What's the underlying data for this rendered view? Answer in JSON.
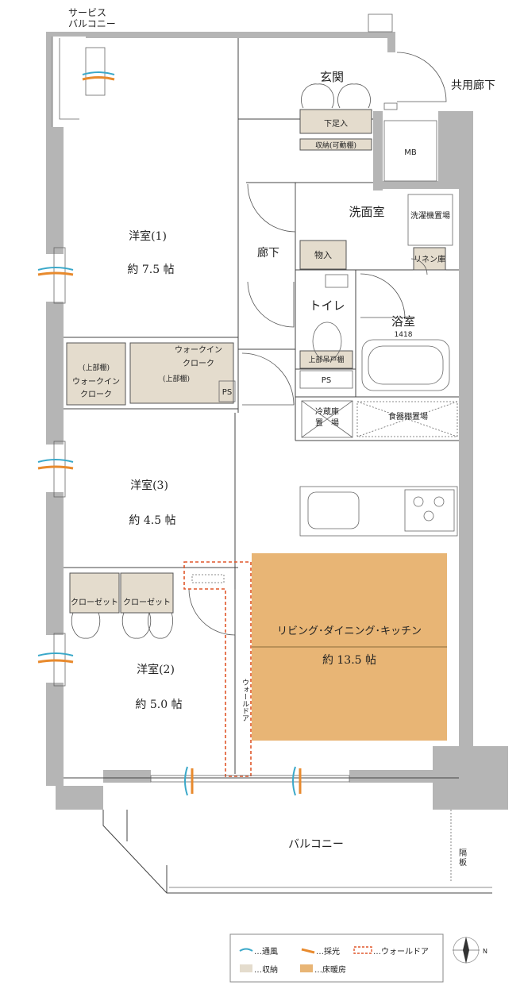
{
  "rooms": {
    "service_balcony": "サービス\nバルコニー",
    "entrance": "玄関",
    "common_corridor": "共用廊下",
    "shoe_storage": "下足入",
    "storage_shelf": "収納(可動棚)",
    "mb": "MB",
    "western1_name": "洋室(1)",
    "western1_size": "約 7.5 帖",
    "washroom": "洗面室",
    "laundry": "洗濯機置場",
    "hallway": "廊下",
    "closet_mono": "物入",
    "linen": "リネン庫",
    "toilet": "トイレ",
    "bath": "浴室",
    "bath_size": "1418",
    "upper_cabinet": "上部吊戸棚",
    "ps1": "PS",
    "ps2": "PS",
    "wic1_upper": "(上部棚)",
    "wic1_name1": "ウォークイン",
    "wic1_name2": "クローク",
    "wic2_name1": "ウォークイン",
    "wic2_name2": "クローク",
    "wic2_upper": "(上部棚)",
    "fridge": "冷蔵庫\n置　場",
    "dish_shelf": "食器棚置場",
    "western3_name": "洋室(3)",
    "western3_size": "約 4.5 帖",
    "closet1": "クローゼット",
    "closet2": "クローゼット",
    "ldk_name": "リビング･ダイニング･キッチン",
    "ldk_size": "約 13.5 帖",
    "western2_name": "洋室(2)",
    "western2_size": "約 5.0 帖",
    "wall_door_label": "ウォールドア",
    "balcony": "バルコニー",
    "partition": "隔\n板"
  },
  "legend": {
    "ventilation": "…通風",
    "lighting": "…採光",
    "wall_door": "…ウォールドア",
    "storage": "…収納",
    "floor_heating": "…床暖房"
  },
  "compass": {
    "label": "N"
  },
  "colors": {
    "wall": "#b5b5b5",
    "storage": "#e4dccd",
    "floor_heating": "#e8b575",
    "wall_door": "#e0562a",
    "ventilation": "#3aa8c9",
    "lighting": "#e88a2d"
  }
}
